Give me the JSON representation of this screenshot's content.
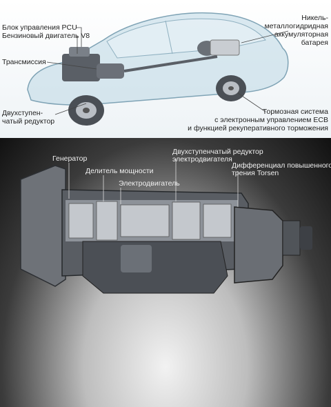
{
  "top_labels": {
    "pcu": "Блок управления PCU",
    "engine": "Бензиновый двигатель V8",
    "transmission": "Трансмиссия",
    "reducer_line1": "Двухступен-",
    "reducer_line2": "чатый редуктор",
    "battery_line1": "Никель-",
    "battery_line2": "металлогидридная",
    "battery_line3": "аккумуляторная",
    "battery_line4": "батарея",
    "brake_line1": "Тормозная система",
    "brake_line2": "с электронным управлением ECB",
    "brake_line3": "и функцией рекуперативного торможения"
  },
  "bottom_labels": {
    "generator": "Генератор",
    "power_split": "Делитель мощности",
    "motor": "Электродвигатель",
    "motor_reducer_line1": "Двухступенчатый редуктор",
    "motor_reducer_line2": "электродвигателя",
    "diff_line1": "Дифференциал повышенного",
    "diff_line2": "трения Torsen"
  },
  "colors": {
    "car_body": "#bcd7e4",
    "car_outline": "#7fa3b5",
    "mech": "#5a5f66",
    "leader_top": "#444444",
    "leader_bottom": "#dddddd",
    "battery": "#c9cdd2"
  }
}
